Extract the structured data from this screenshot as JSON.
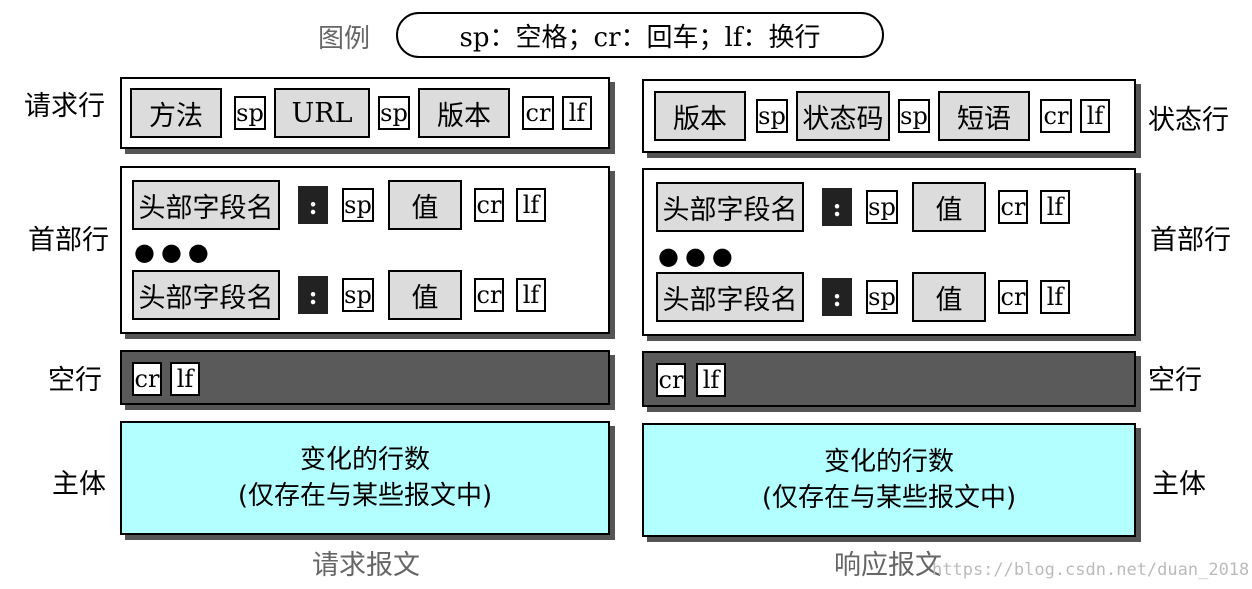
{
  "legend": {
    "label": "图例",
    "text": "sp：空格；cr：回车；lf：换行"
  },
  "row_labels": {
    "request_line": "请求行",
    "status_line": "状态行",
    "header_lines_left": "首部行",
    "header_lines_right": "首部行",
    "blank_line_left": "空行",
    "blank_line_right": "空行",
    "body_left": "主体",
    "body_right": "主体"
  },
  "request_line": {
    "method": "方法",
    "sp1": "sp",
    "url": "URL",
    "sp2": "sp",
    "version": "版本",
    "cr": "cr",
    "lf": "lf"
  },
  "status_line": {
    "version": "版本",
    "sp1": "sp",
    "status_code": "状态码",
    "sp2": "sp",
    "phrase": "短语",
    "cr": "cr",
    "lf": "lf"
  },
  "header": {
    "name": "头部字段名",
    "colon": ":",
    "sp": "sp",
    "value": "值",
    "cr": "cr",
    "lf": "lf",
    "ellipsis": "●●●"
  },
  "blank": {
    "cr": "cr",
    "lf": "lf"
  },
  "body": {
    "line1": "变化的行数",
    "line2": "(仅存在与某些报文中)"
  },
  "captions": {
    "request": "请求报文",
    "response": "响应报文"
  },
  "watermark": "https://blog.csdn.net/duan_2018"
}
